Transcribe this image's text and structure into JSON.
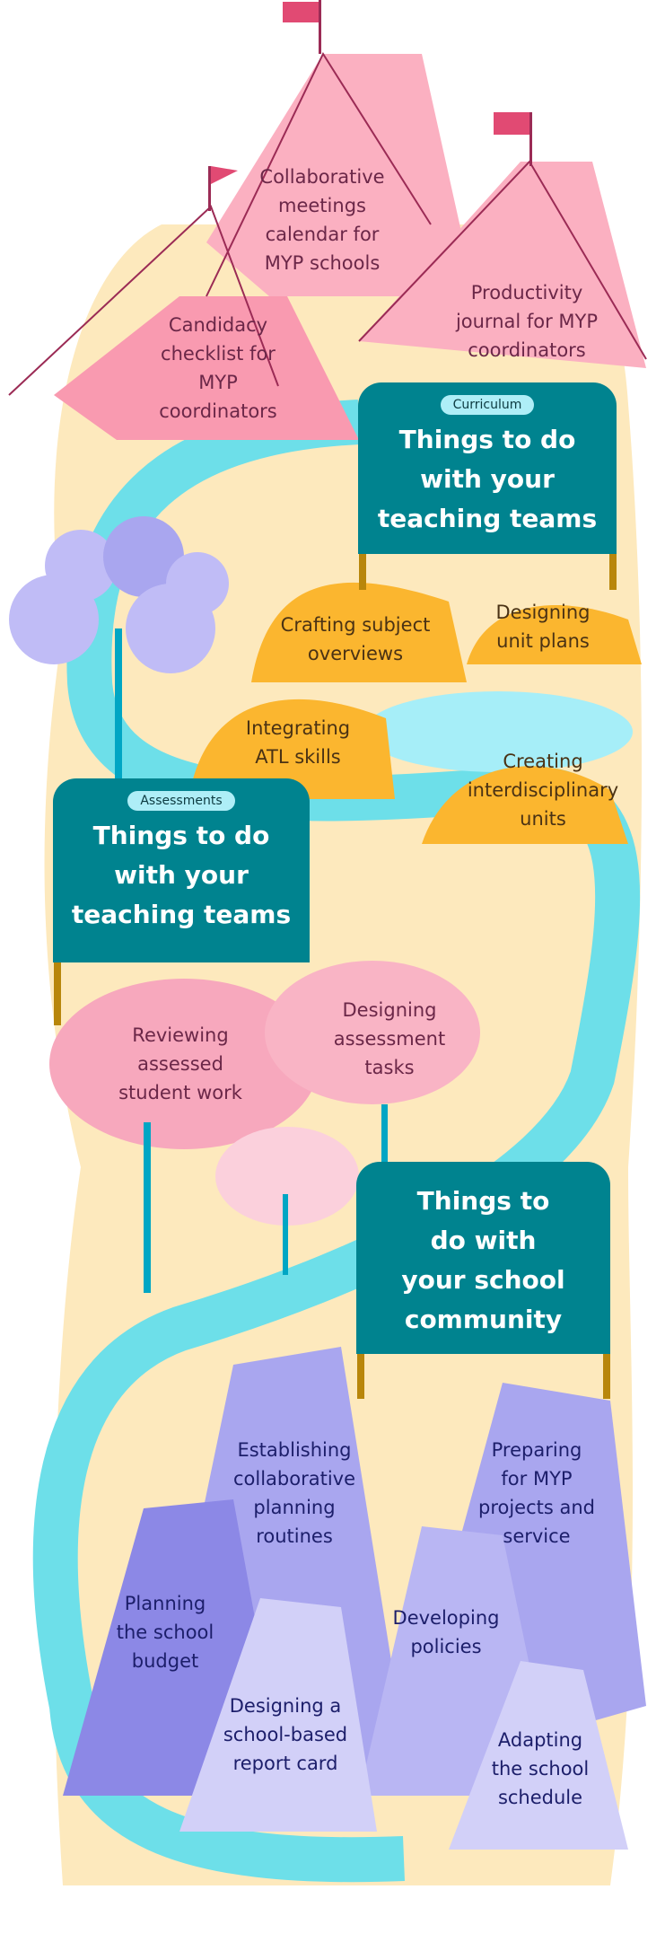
{
  "tents": [
    {
      "label": "Collaborative\nmeetings\ncalendar for\nMYP schools"
    },
    {
      "label": "Candidacy\nchecklist for\nMYP\ncoordinators"
    },
    {
      "label": "Productivity\njournal for MYP\ncoordinators"
    }
  ],
  "curriculum_sign": {
    "badge": "Curriculum",
    "title": "Things to do\nwith your\nteaching teams"
  },
  "curriculum_items": [
    {
      "label": "Crafting subject\noverviews"
    },
    {
      "label": "Designing\nunit plans"
    },
    {
      "label": "Integrating\nATL skills"
    },
    {
      "label": "Creating\ninterdisciplinary\nunits"
    }
  ],
  "assessments_sign": {
    "badge": "Assessments",
    "title": "Things to do\nwith your\nteaching teams"
  },
  "assessment_items": [
    {
      "label": "Reviewing\nassessed\nstudent work"
    },
    {
      "label": "Designing\nassessment\ntasks"
    }
  ],
  "community_sign": {
    "title": "Things to\ndo with\nyour school\ncommunity"
  },
  "community_items": [
    {
      "label": "Establishing\ncollaborative\nplanning\nroutines"
    },
    {
      "label": "Preparing\nfor MYP\nprojects and\nservice"
    },
    {
      "label": "Planning\nthe school\nbudget"
    },
    {
      "label": "Developing\npolicies"
    },
    {
      "label": "Designing a\nschool-based\nreport card"
    },
    {
      "label": "Adapting\nthe school\nschedule"
    }
  ],
  "colors": {
    "sign": "#00838f",
    "path": "#6ddfe9",
    "ground": "#fde9bd",
    "tent": "#f9a3b5",
    "rock": "#fbb62f",
    "mountain": "#a9a6ef"
  }
}
